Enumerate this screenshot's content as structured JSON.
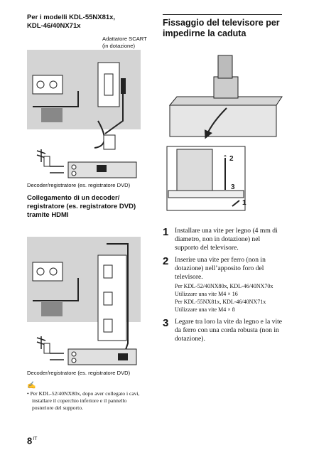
{
  "left": {
    "scart_section": {
      "heading_line1": "Per i modelli KDL-55NX81x,",
      "heading_line2": "KDL-46/40NX71x",
      "adapter_label_line1": "Adattatore SCART",
      "adapter_label_line2": "(in dotazione)",
      "device_label": "Decoder/registratore (es. registratore DVD)"
    },
    "hdmi_section": {
      "heading_line1": "Collegamento di un decoder/",
      "heading_line2": "registratore (es. registratore DVD)",
      "heading_line3": "tramite HDMI",
      "device_label": "Decoder/registratore (es. registratore DVD)"
    },
    "note": {
      "icon_glyph": "✍",
      "bullet_text_line1": "Per KDL-52/40NX80x, dopo aver collegato i cavi,",
      "bullet_text_line2": "installare il coperchio inferiore e il pannello",
      "bullet_text_line3": "posteriore del supporto."
    }
  },
  "right": {
    "title_line1": "Fissaggio del televisore per",
    "title_line2": "impedirne la caduta",
    "figure_callouts": [
      "1",
      "2",
      "3"
    ],
    "steps": [
      {
        "num": "1",
        "lines": [
          "Installare una vite per legno (4 mm di",
          "diametro, non in dotazione) nel",
          "supporto del televisore."
        ]
      },
      {
        "num": "2",
        "lines": [
          "Inserire una vite per ferro (non in",
          "dotazione) nell’apposito foro del",
          "televisore."
        ],
        "sub_lines": [
          "Per KDL-52/40NX80x, KDL-46/40NX70x",
          "Utilizzare una vite M4 × 16",
          "Per KDL-55NX81x, KDL-46/40NX71x",
          "Utilizzare una vite M4 × 8"
        ]
      },
      {
        "num": "3",
        "lines": [
          "Legare tra loro la vite da legno e la vite",
          "da ferro con una corda robusta (non in",
          "dotazione)."
        ]
      }
    ]
  },
  "footer": {
    "page_number": "8",
    "language_code": "IT"
  }
}
